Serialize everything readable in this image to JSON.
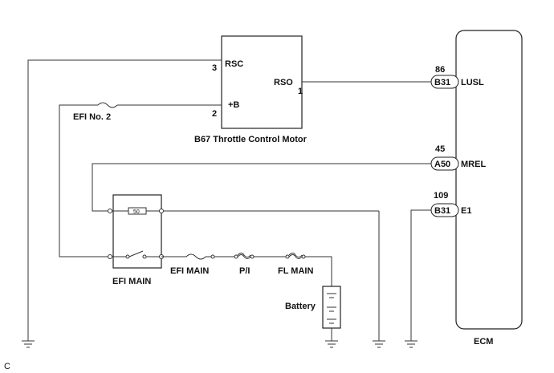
{
  "throttle_motor": {
    "pin_rsc": "RSC",
    "pin_rsc_no": "3",
    "pin_b": "+B",
    "pin_b_no": "2",
    "pin_rso": "RSO",
    "pin_rso_no": "1",
    "caption": "B67 Throttle Control Motor"
  },
  "fuse_efi_no2": "EFI No. 2",
  "relay": {
    "label": "EFI MAIN",
    "coil_mark": "50"
  },
  "fuses": {
    "efi_main": "EFI MAIN",
    "pi": "P/I",
    "fl_main": "FL MAIN"
  },
  "battery": "Battery",
  "ecm": {
    "label": "ECM",
    "pins": [
      {
        "num": "86",
        "conn": "B31",
        "name": "LUSL"
      },
      {
        "num": "45",
        "conn": "A50",
        "name": "MREL"
      },
      {
        "num": "109",
        "conn": "B31",
        "name": "E1"
      }
    ]
  },
  "corner_mark": "C"
}
